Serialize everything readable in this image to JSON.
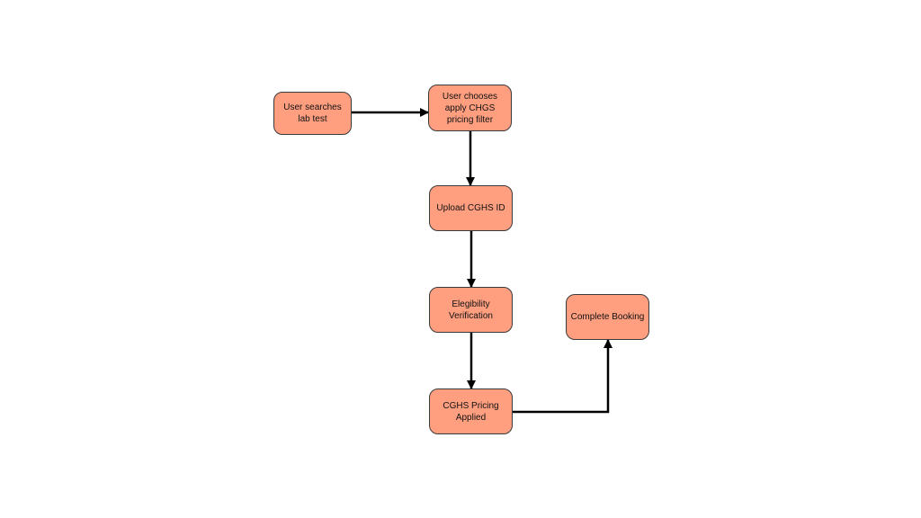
{
  "diagram": {
    "node_fill": "#ff9f80",
    "node_border": "#3a3a3a",
    "edge_color": "#000000",
    "nodes": [
      {
        "id": "search",
        "label": "User searches lab test"
      },
      {
        "id": "filter",
        "label": "User chooses apply CHGS pricing filter"
      },
      {
        "id": "upload",
        "label": "Upload CGHS ID"
      },
      {
        "id": "verify",
        "label": "Elegibility Verification"
      },
      {
        "id": "pricing",
        "label": "CGHS Pricing Applied"
      },
      {
        "id": "complete",
        "label": "Complete Booking"
      }
    ],
    "edges": [
      {
        "from": "search",
        "to": "filter"
      },
      {
        "from": "filter",
        "to": "upload"
      },
      {
        "from": "upload",
        "to": "verify"
      },
      {
        "from": "verify",
        "to": "pricing"
      },
      {
        "from": "pricing",
        "to": "complete"
      }
    ]
  }
}
